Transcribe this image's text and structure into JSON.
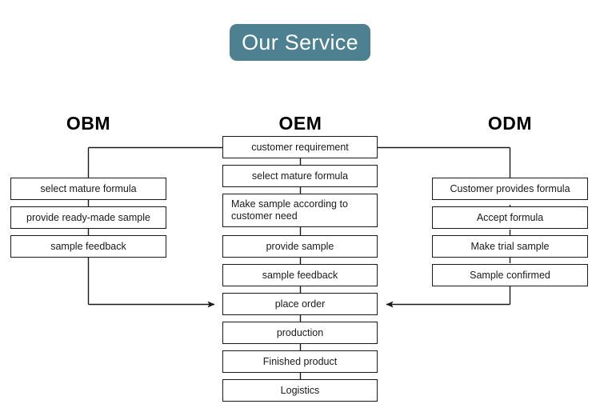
{
  "title": {
    "text": "Our Service",
    "badge_color": "#4d8191",
    "text_color": "#ffffff"
  },
  "columns": [
    {
      "id": "obm",
      "heading": "OBM"
    },
    {
      "id": "oem",
      "heading": "OEM"
    },
    {
      "id": "odm",
      "heading": "ODM"
    }
  ],
  "diagram": {
    "type": "flowchart",
    "line_color": "#1a1a1a",
    "box_fill": "#ffffff",
    "obm_steps": [
      "select mature formula",
      "provide ready-made sample",
      "sample feedback"
    ],
    "oem_steps": [
      "customer requirement",
      "select mature formula",
      "Make sample according to customer need",
      "provide sample",
      "sample feedback",
      "place order",
      "production",
      "Finished product",
      "Logistics"
    ],
    "odm_steps": [
      "Customer provides formula",
      "Accept formula",
      "Make trial sample",
      "Sample confirmed"
    ],
    "connections": [
      {
        "from": "customer requirement",
        "to": "obm branch",
        "style": "line"
      },
      {
        "from": "obm sample feedback",
        "to": "place order",
        "style": "arrow"
      },
      {
        "from": "customer requirement",
        "to": "odm branch",
        "style": "line"
      },
      {
        "from": "odm sample confirmed",
        "to": "place order",
        "style": "arrow"
      }
    ]
  }
}
